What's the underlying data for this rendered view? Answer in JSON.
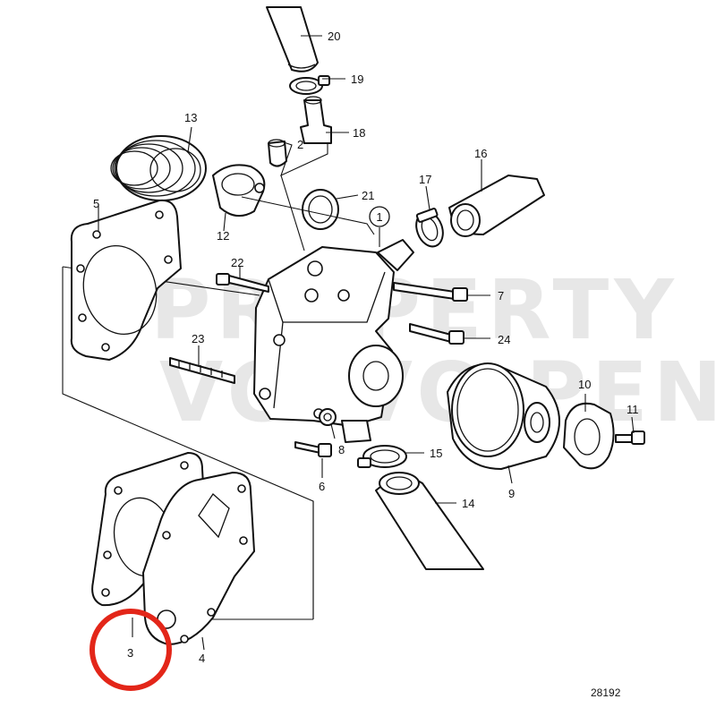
{
  "diagram": {
    "drawing_number": "28192",
    "watermark": {
      "line1": "PROPERTY OF",
      "line2": "VOLVO PENTA"
    },
    "callouts": {
      "p1": "1",
      "p2": "2",
      "p3": "3",
      "p4": "4",
      "p5": "5",
      "p6": "6",
      "p7": "7",
      "p8": "8",
      "p9": "9",
      "p10": "10",
      "p11": "11",
      "p12": "12",
      "p13": "13",
      "p14": "14",
      "p15": "15",
      "p16": "16",
      "p17": "17",
      "p18": "18",
      "p19": "19",
      "p20": "20",
      "p21": "21",
      "p22": "22",
      "p23": "23",
      "p24": "24"
    },
    "highlight": {
      "part": "3",
      "color": "#e32619"
    }
  }
}
